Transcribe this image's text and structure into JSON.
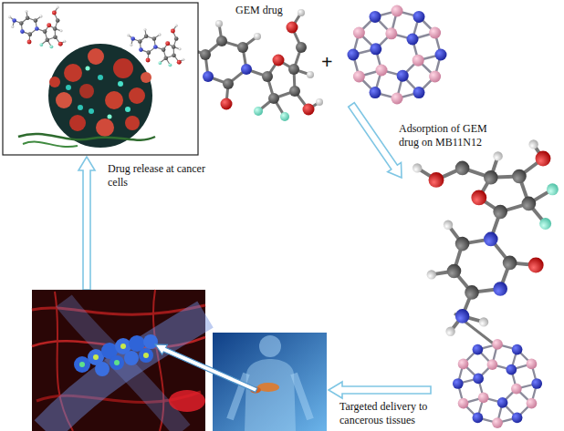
{
  "diagram": {
    "labels": [
      "GEM drug",
      "+",
      "Adsorption of GEM drug on MB11N12",
      "Drug release at cancer cells",
      "Targeted delivery to cancerous tissues"
    ]
  }
}
